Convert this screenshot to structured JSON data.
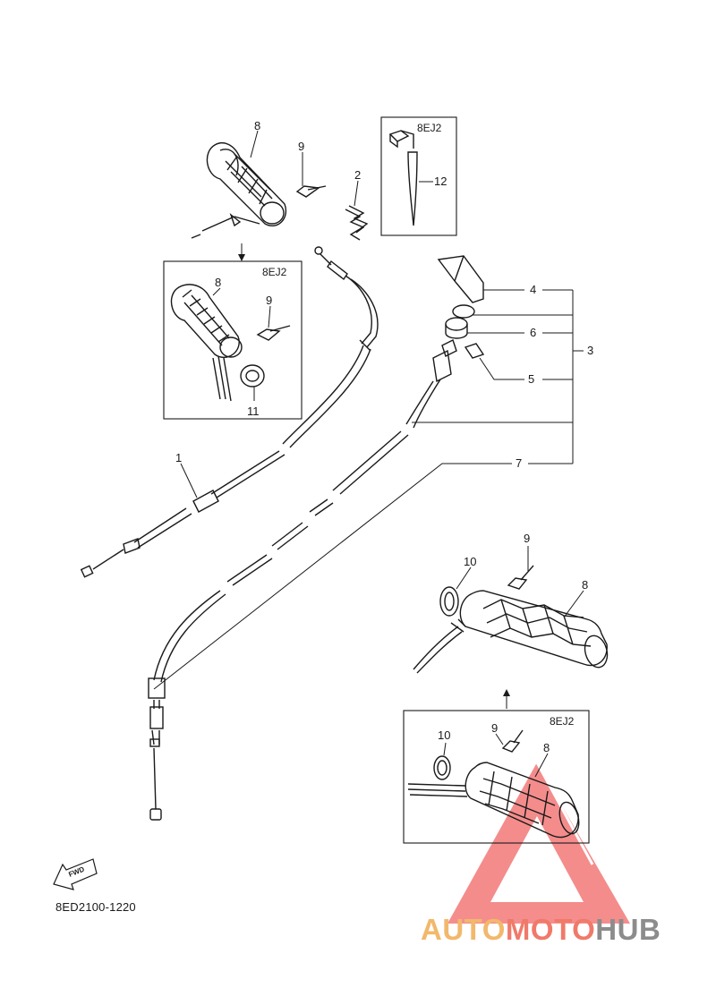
{
  "diagram": {
    "part_code": "8ED2100-1220",
    "fwd_label": "FWD",
    "inset_label": "8EJ2",
    "callouts": {
      "c1": "1",
      "c2": "2",
      "c3": "3",
      "c4": "4",
      "c5": "5",
      "c6": "6",
      "c7": "7",
      "c8": "8",
      "c9": "9",
      "c10": "10",
      "c11": "11",
      "c12": "12"
    }
  },
  "watermark": {
    "auto": "AUTO",
    "moto": "MOTO",
    "hub": "HUB",
    "colors": {
      "auto": "#f2b86c",
      "moto": "#f07a6a",
      "hub": "#8c8c8c",
      "triangle": "#f26d6d"
    }
  }
}
